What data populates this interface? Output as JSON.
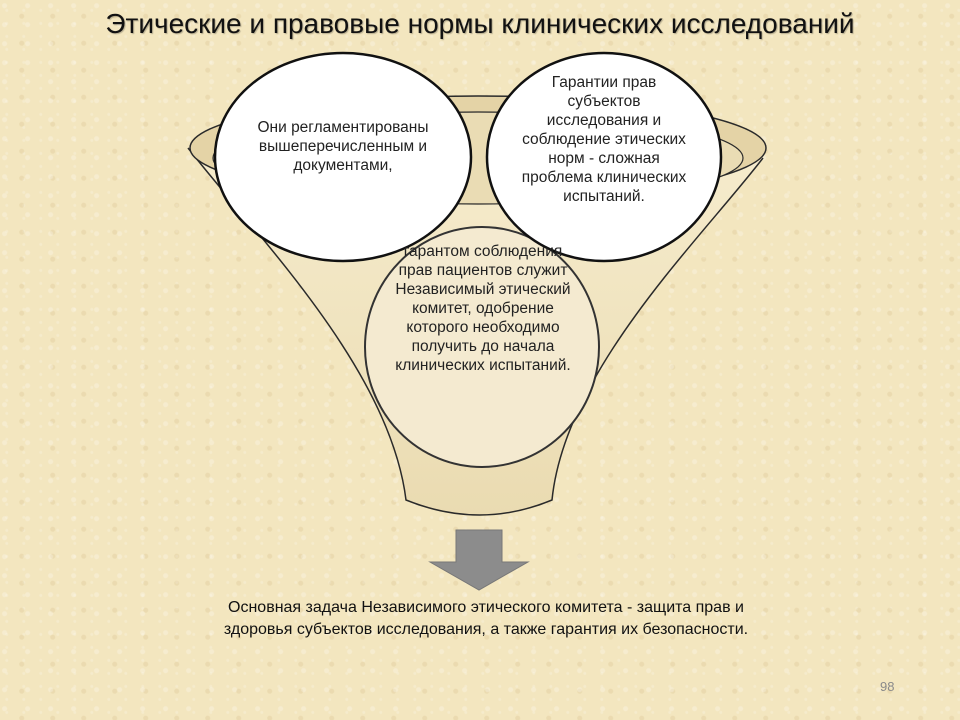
{
  "title": "Этические и правовые нормы клинических исследований",
  "circle_left": "Они регламентированы вышеперечисленным и документами,",
  "circle_right": "Гарантии прав субъектов исследования и соблюдение этических норм - сложная проблема клинических испытаний.",
  "circle_center": "гарантом соблюдения прав пациентов служит Независимый этический комитет, одобрение которого необходимо получить до начала клинических испытаний.",
  "bottom_text": "Основная задача Независимого этического комитета - защита прав и здоровья субъектов исследования, а также гарантия их безопасности.",
  "page_number": "98",
  "colors": {
    "background": "#f3e6bf",
    "circle_fill": "#ffffff",
    "outline": "#2a2a2a",
    "arrow": "#8c8c8c"
  }
}
